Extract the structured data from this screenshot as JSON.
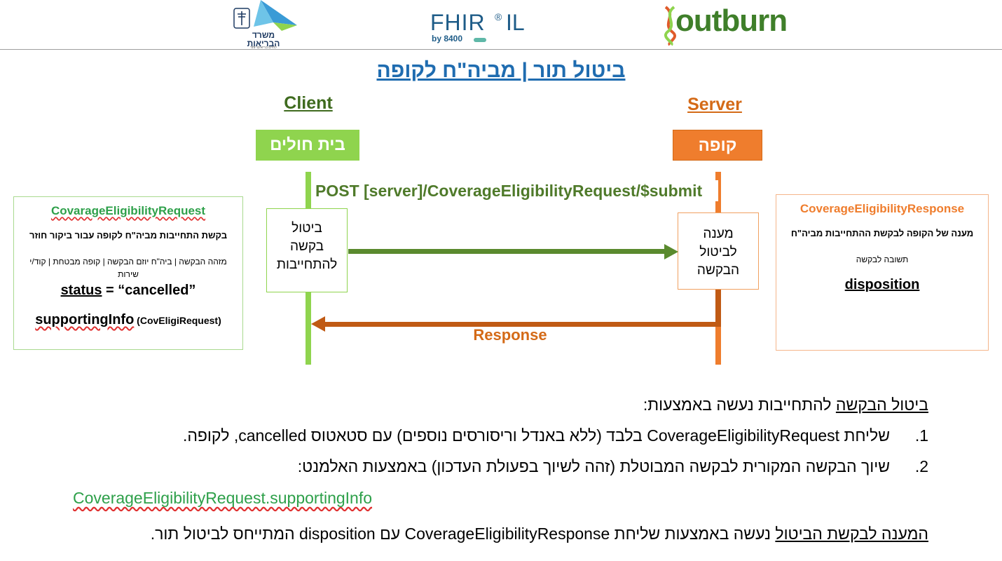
{
  "header": {
    "moh_logo_text": "משרד הבריאות",
    "moh_logo_tagline": "לחיים בריאים יותר",
    "fhir_logo_text": "FHIR",
    "fhir_logo_reg": "®",
    "fhir_logo_country": "IL",
    "fhir_logo_by": "by 8400",
    "outburn_logo_text": "outburn"
  },
  "title": "ביטול תור | מביה\"ח לקופה",
  "diagram": {
    "client_label": "Client",
    "server_label": "Server",
    "client_actor": "בית חולים",
    "server_actor": "קופה",
    "request_label": "POST [server]/CoverageEligibilityRequest/$submit",
    "client_action": [
      "ביטול",
      "בקשה",
      "להתחייבות"
    ],
    "server_action": [
      "מענה",
      "לביטול",
      "הבקשה"
    ],
    "response_label": "Response",
    "colors": {
      "client": "#8fd44e",
      "server": "#ef7d2d",
      "request_arrow": "#5a8a2e",
      "response_arrow": "#c05a14"
    }
  },
  "request_panel": {
    "title": "CovarageEligibilityRequest",
    "description": "בקשת התחייבות מביה\"ח לקופה עבור ביקור חוזר",
    "identifiers": "מזהה הבקשה | ביה\"ח יוזם הבקשה | קופה מבטחת | קוד/י שירות",
    "status_key": "status",
    "status_value": " = “cancelled”",
    "support_key": "supportingInfo",
    "support_paren": " (CovEligiRequest)"
  },
  "response_panel": {
    "title": "CoverageEligibilityResponse",
    "description": "מענה של הקופה לבקשת ההתחייבות מביה\"ח",
    "sub": "תשובה לבקשה",
    "disposition": "disposition"
  },
  "body": {
    "line1_underlined": "ביטול הבקשה",
    "line1_rest": " להתחייבות נעשה באמצעות:",
    "item1_num": "1.",
    "item1_text": "שליחת CoverageEligibilityRequest בלבד (ללא באנדל וריסורסים נוספים) עם סטאטוס cancelled, לקופה.",
    "item2_num": "2.",
    "item2_text": "שיוך הבקשה המקורית לבקשה המבוטלת (זהה לשיוך בפעולת העדכון) באמצעות האלמנט:",
    "element_path": "CoverageEligibilityRequest.supportingInfo",
    "line4_underlined": "המענה לבקשת הביטול",
    "line4_rest": " נעשה באמצעות שליחת CoverageEligibilityResponse עם disposition המתייחס לביטול תור."
  }
}
